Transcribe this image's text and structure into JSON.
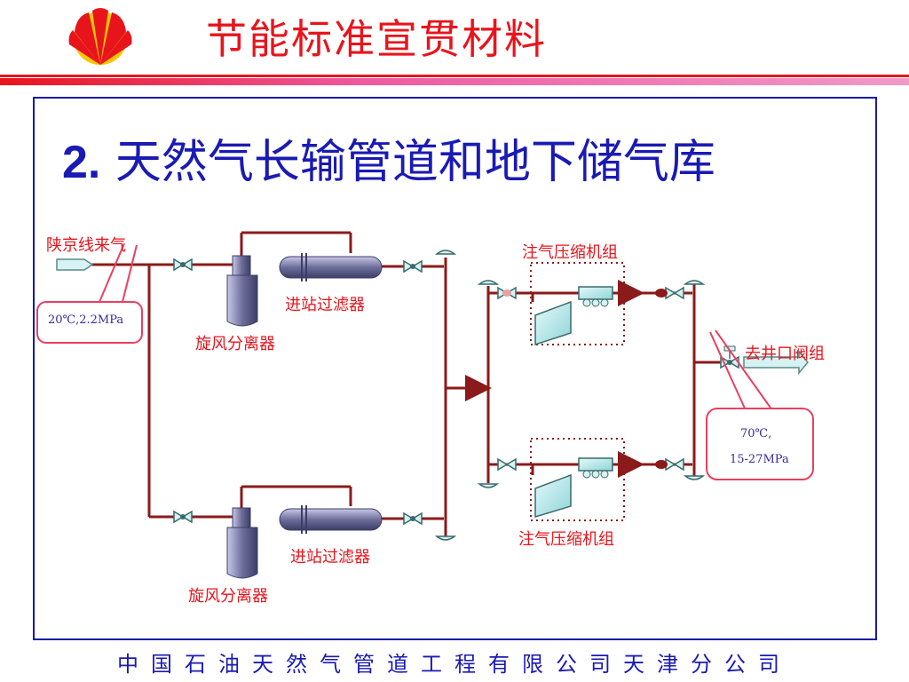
{
  "header": {
    "title": "节能标准宣贯材料"
  },
  "slide": {
    "number": "2.",
    "title": "天然气长输管道和地下储气库"
  },
  "labels": {
    "source_gas": "陕京线来气",
    "inlet_condition": "20℃,2.2MPa",
    "filter_top": "进站过滤器",
    "cyclone_top": "旋风分离器",
    "filter_bottom": "进站过滤器",
    "cyclone_bottom": "旋风分离器",
    "compressor_top": "注气压缩机组",
    "compressor_bottom": "注气压缩机组",
    "to_wellhead": "去井口阀组",
    "outlet_condition_temp": "70℃,",
    "outlet_condition_pressure": "15-27MPa"
  },
  "footer": {
    "text": "中国石油天然气管道工程有限公司天津分公司"
  },
  "colors": {
    "pipe": "#8b1a1a",
    "label": "#e8141c",
    "title": "#1a1ab4",
    "equipment": "#6e6e9a"
  }
}
